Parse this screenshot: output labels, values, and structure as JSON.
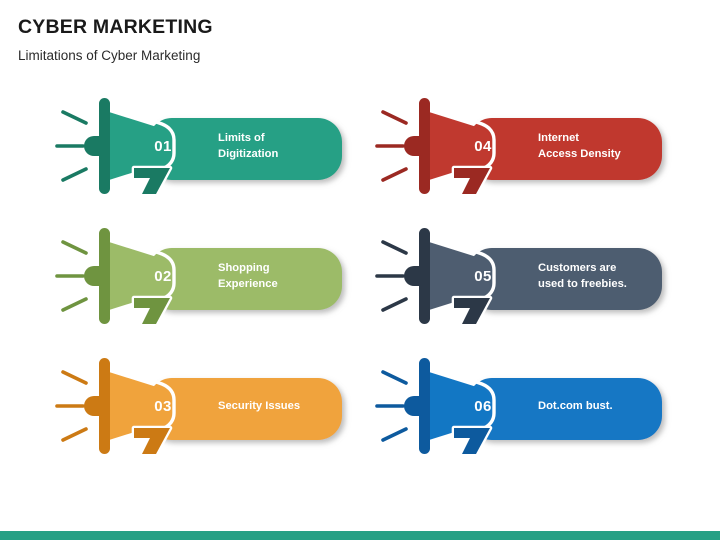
{
  "header": {
    "title": "CYBER MARKETING",
    "subtitle": "Limitations of Cyber Marketing"
  },
  "theme": {
    "background": "#ffffff",
    "title_color": "#1a1a1a",
    "subtitle_color": "#2b2b2b",
    "bottom_bar_color": "#26a085",
    "label_text_color": "#ffffff",
    "number_text_color": "#ffffff",
    "outline_color": "#ffffff",
    "shadow_color": "rgba(120,120,120,0.45)"
  },
  "items": [
    {
      "number": "01",
      "label_lines": [
        "Limits of",
        "Digitization"
      ],
      "label_text": "Limits of Digitization",
      "color_light": "#26a085",
      "color_dark": "#1a7a63",
      "column": "left",
      "row": 1
    },
    {
      "number": "02",
      "label_lines": [
        "Shopping",
        "Experience"
      ],
      "label_text": "Shopping Experience",
      "color_light": "#9cbb68",
      "color_dark": "#6f9440",
      "column": "left",
      "row": 2
    },
    {
      "number": "03",
      "label_lines": [
        "Security Issues"
      ],
      "label_text": "Security Issues",
      "color_light": "#f0a33c",
      "color_dark": "#cc7a14",
      "column": "left",
      "row": 3
    },
    {
      "number": "04",
      "label_lines": [
        "Internet",
        "Access Density"
      ],
      "label_text": "Internet Access Density",
      "color_light": "#c0392f",
      "color_dark": "#9b2922",
      "column": "right",
      "row": 1
    },
    {
      "number": "05",
      "label_lines": [
        "Customers are",
        "used to freebies."
      ],
      "label_text": "Customers are used to freebies.",
      "color_light": "#4e5d70",
      "color_dark": "#2c3847",
      "column": "right",
      "row": 2
    },
    {
      "number": "06",
      "label_lines": [
        "Dot.com bust."
      ],
      "label_text": "Dot.com bust.",
      "color_light": "#1277c4",
      "color_dark": "#0d5a9e",
      "column": "right",
      "row": 3
    }
  ]
}
